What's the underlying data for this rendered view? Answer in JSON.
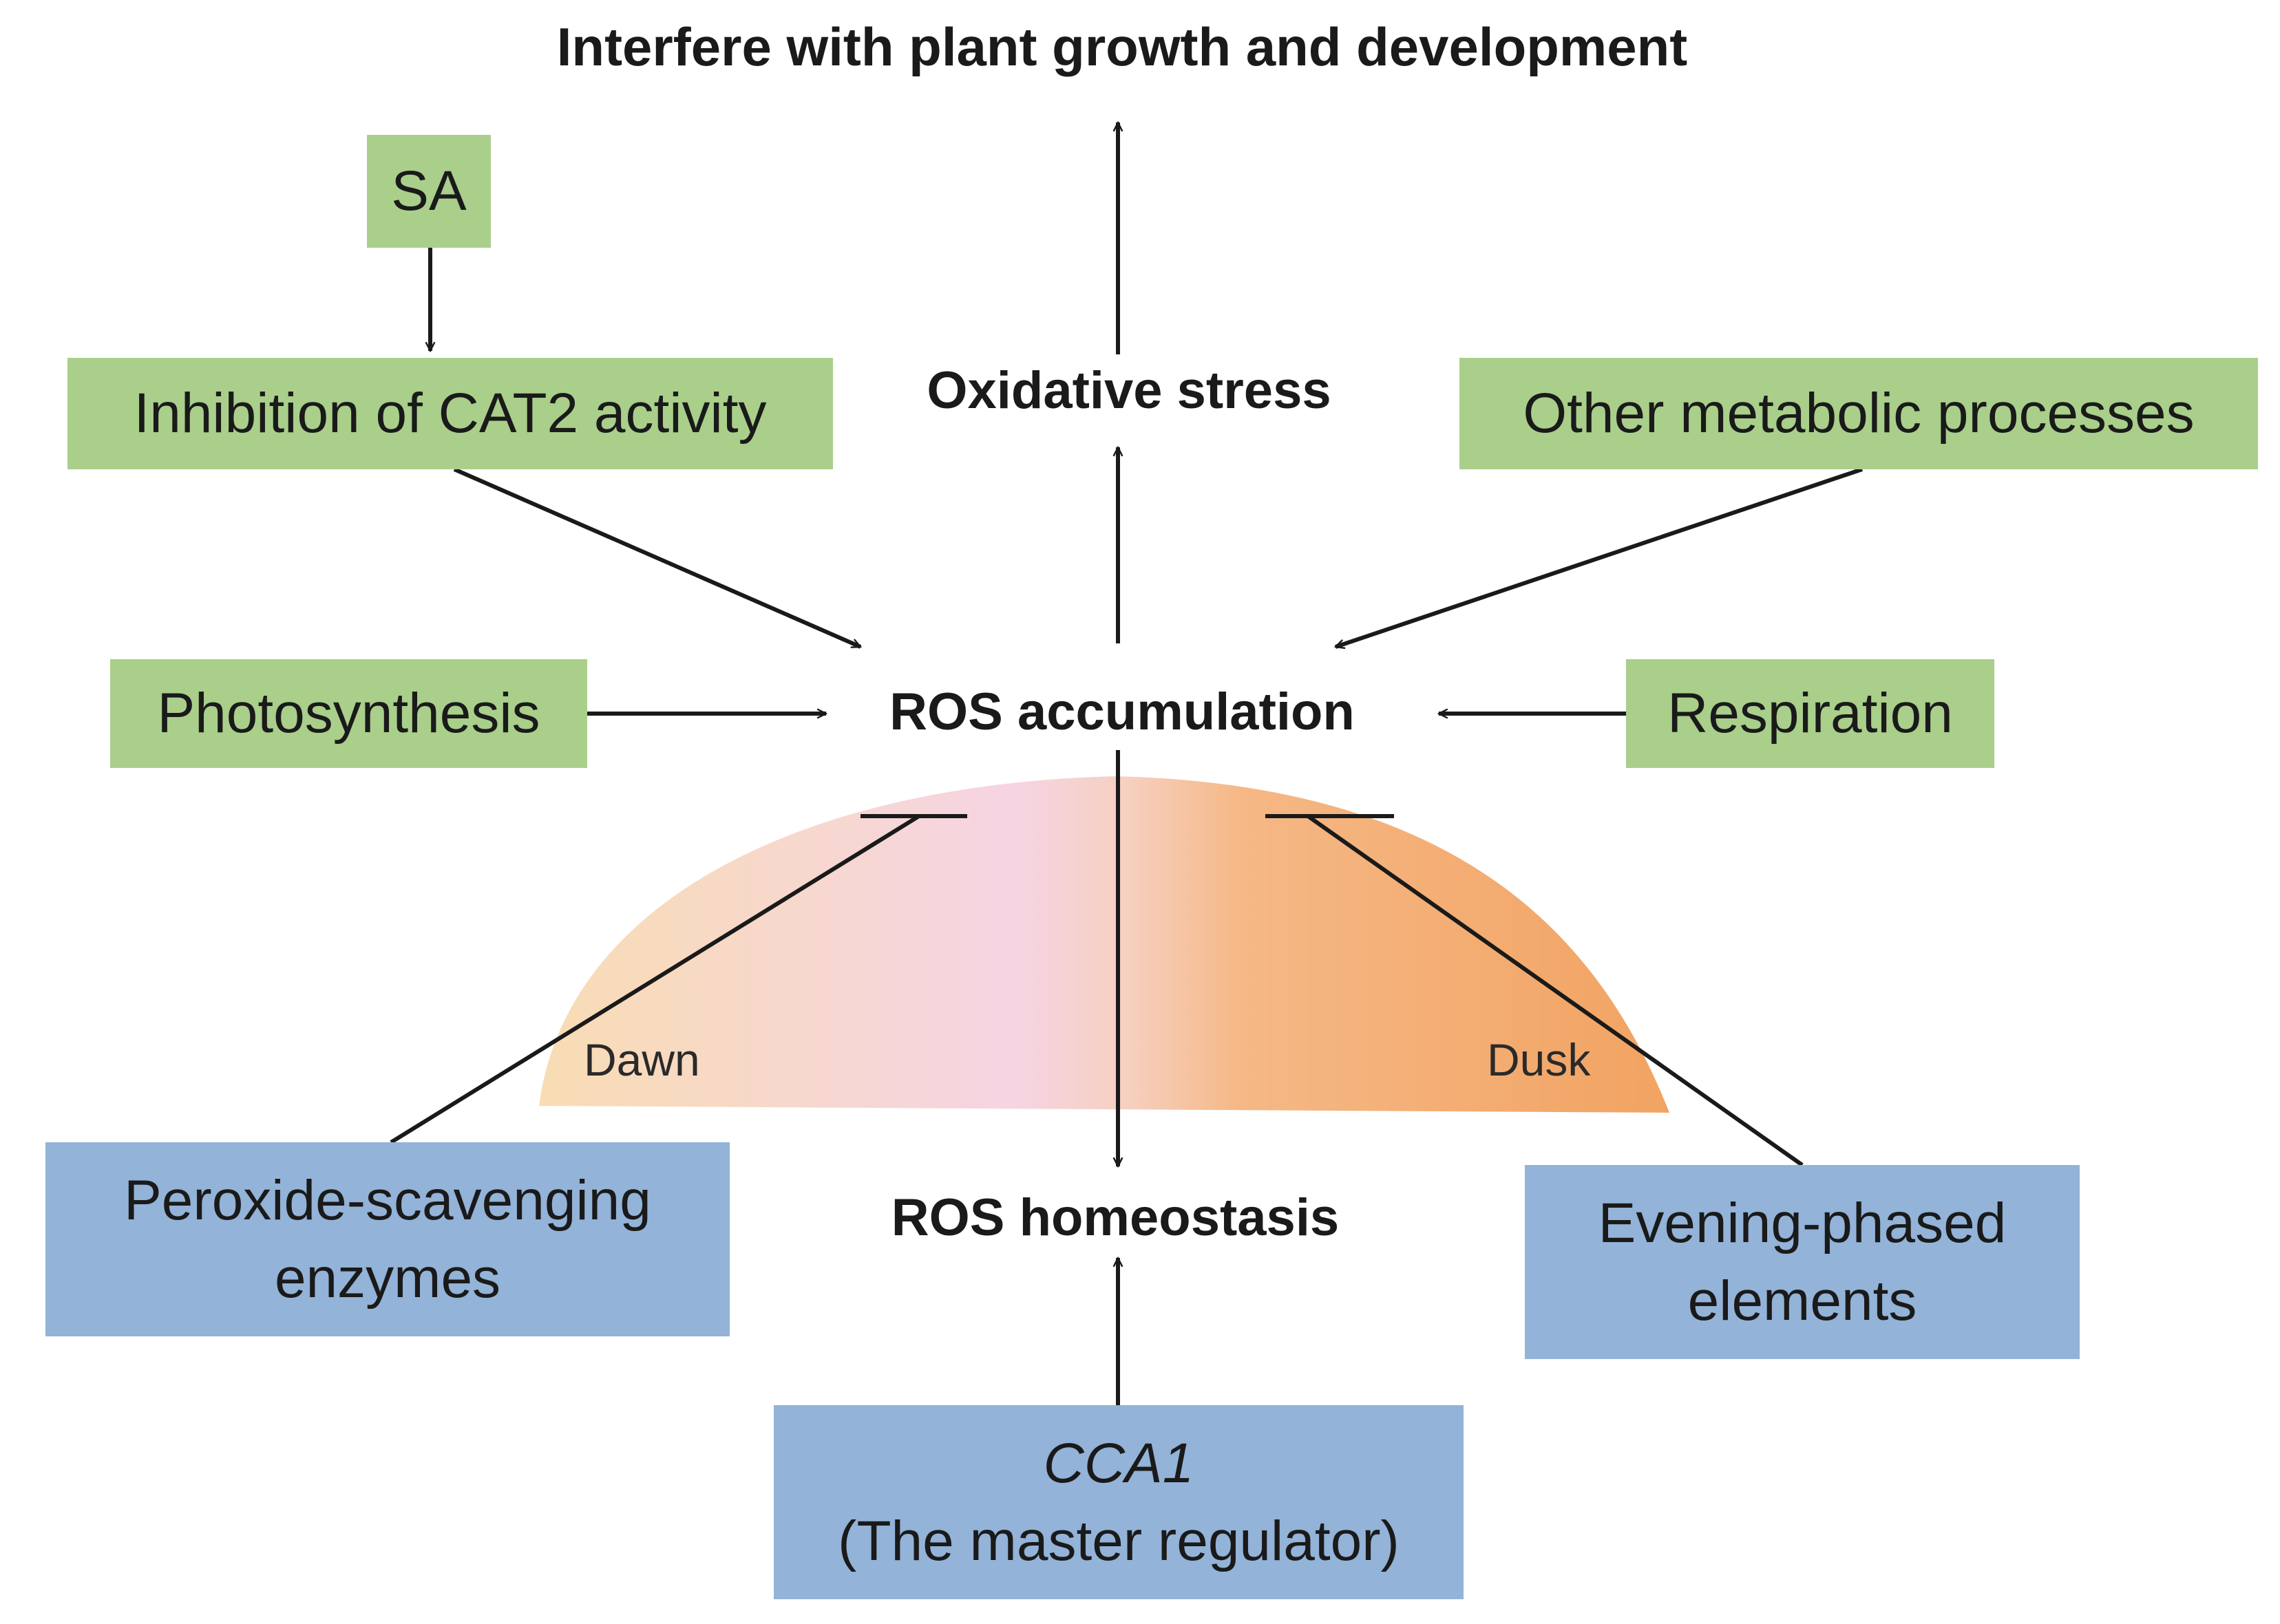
{
  "title": "Interfere with plant growth and development",
  "nodes": {
    "oxidative_stress": "Oxidative stress",
    "ros_accumulation": "ROS accumulation",
    "ros_homeostasis": "ROS homeostasis"
  },
  "inputs": {
    "sa": "SA",
    "cat2_inhibition": "Inhibition of CAT2 activity",
    "other_metabolic": "Other metabolic processes",
    "photosynthesis": "Photosynthesis",
    "respiration": "Respiration"
  },
  "regulators": {
    "peroxide_line1": "Peroxide-scavenging",
    "peroxide_line2": "enzymes",
    "evening_line1": "Evening-phased",
    "evening_line2": "elements",
    "cca1_gene": "CCA1",
    "cca1_role": "(The master regulator)"
  },
  "time_of_day": {
    "dawn": "Dawn",
    "dusk": "Dusk"
  },
  "colors": {
    "input_box": "#a9cf8b",
    "regulator_box": "#93b3d8",
    "dawn_gradient_start": "#f7ddb8",
    "dawn_gradient_mid": "#f6d2e6",
    "dusk_gradient_end": "#f3a867"
  }
}
